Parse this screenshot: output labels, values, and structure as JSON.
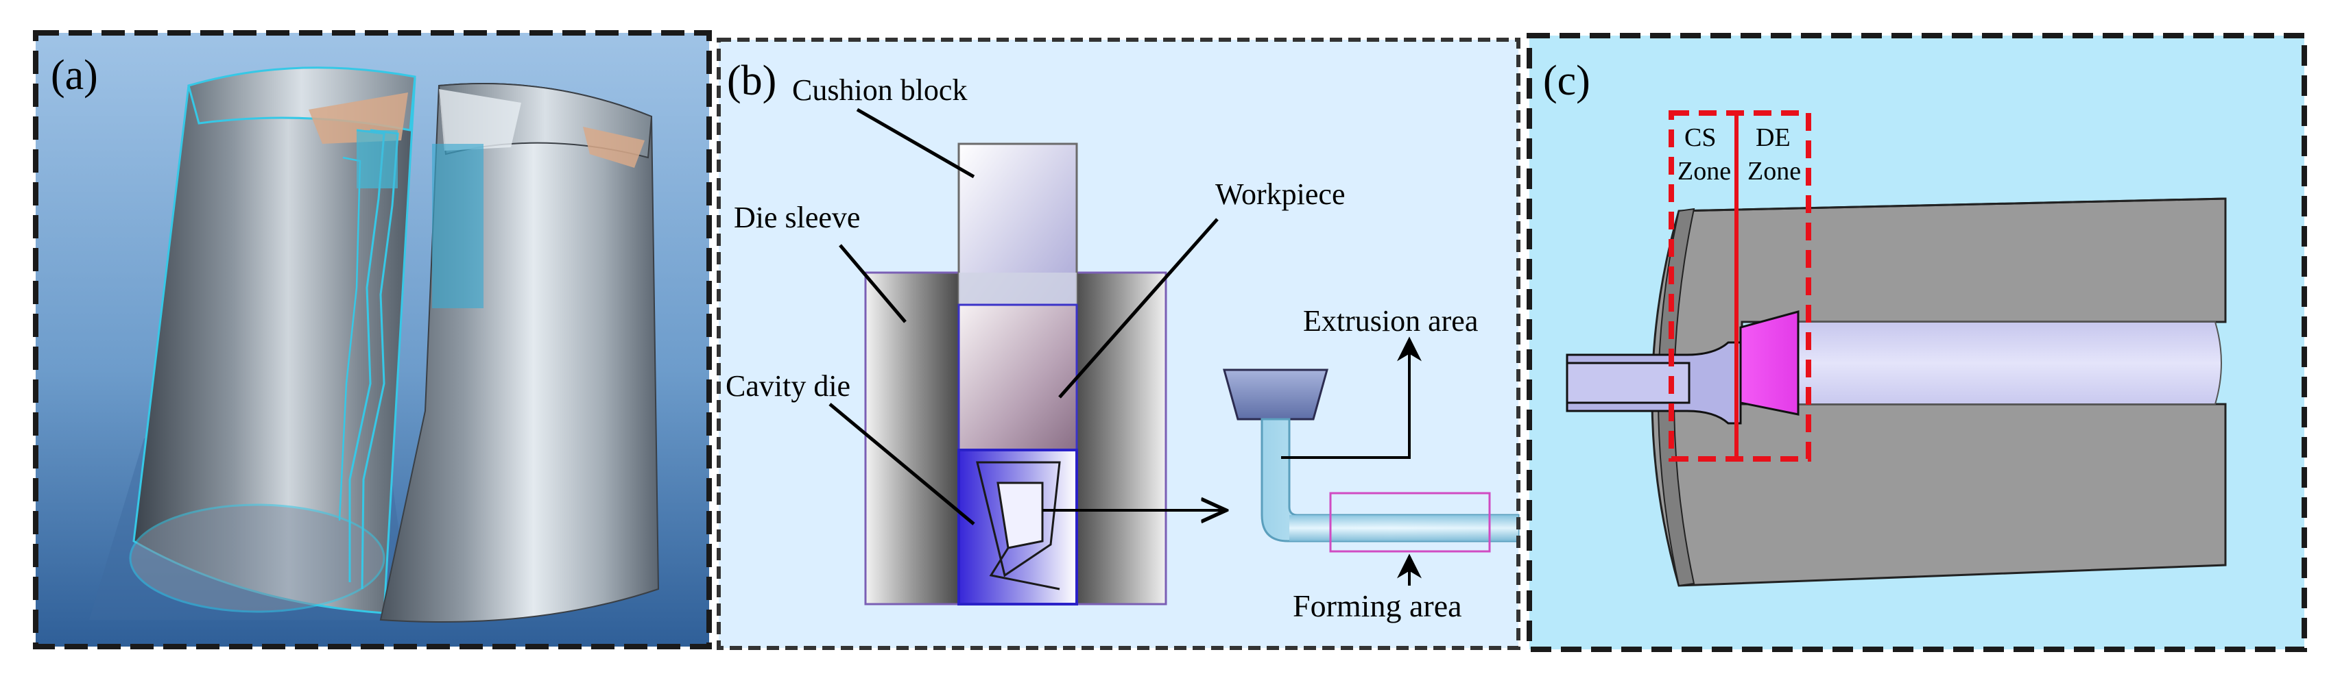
{
  "panels": {
    "a": {
      "label": "(a)"
    },
    "b": {
      "label": "(b)",
      "cushion_block": "Cushion block",
      "workpiece": "Workpiece",
      "die_sleeve": "Die sleeve",
      "cavity_die": "Cavity die",
      "extrusion_area": "Extrusion area",
      "forming_area": "Forming area"
    },
    "c": {
      "label": "(c)",
      "cs_zone_line1": "CS",
      "cs_zone_line2": "Zone",
      "de_zone_line1": "DE",
      "de_zone_line2": "Zone"
    }
  },
  "colors": {
    "frame_dash": "#1a1a1a",
    "panel_a_bg": "#6f9cc8",
    "panel_b_bg": "#dcefff",
    "panel_c_bg": "#b8e9fb",
    "accent_cyan": "#36c8e6",
    "zone_red": "#e8101a",
    "insert_magenta": "#ee48f2",
    "cavity_blue": "#3a2ee6"
  }
}
